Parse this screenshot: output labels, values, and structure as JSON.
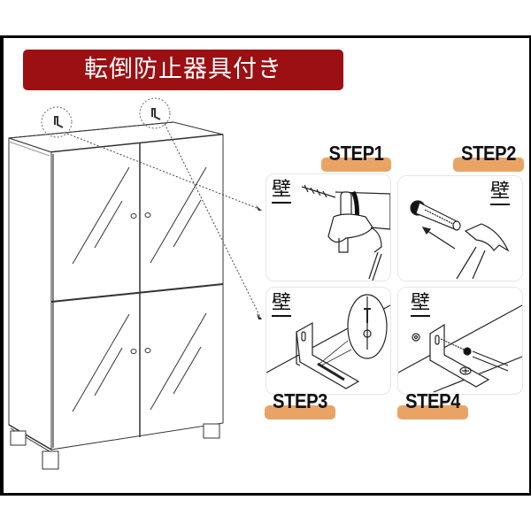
{
  "banner": {
    "title": "転倒防止器具付き",
    "color": "#9c0f12"
  },
  "colors": {
    "step_pill": "#e9a465",
    "frame": "#000000",
    "line": "#333333"
  },
  "illustration": {
    "subject": "cabinet-with-four-glass-doors",
    "brackets": [
      "left-bracket",
      "right-bracket"
    ]
  },
  "steps": [
    {
      "label": "STEP1",
      "wall_label": "壁",
      "action": "drill-hole"
    },
    {
      "label": "STEP2",
      "wall_label": "壁",
      "action": "hammer-anchor"
    },
    {
      "label": "STEP3",
      "wall_label": "壁",
      "action": "attach-bracket"
    },
    {
      "label": "STEP4",
      "wall_label": "壁",
      "action": "screw-bracket"
    }
  ]
}
